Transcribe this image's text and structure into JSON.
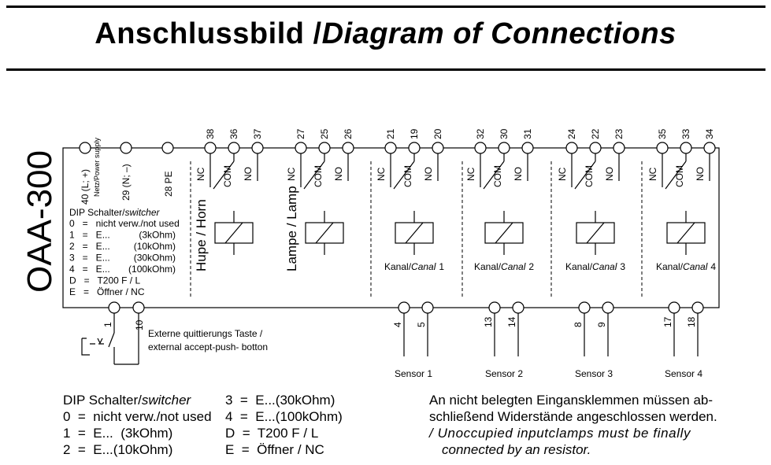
{
  "title": {
    "main": "Anschlussbild /",
    "italic": "Diagram of Connections"
  },
  "device": {
    "model": "OAA-300"
  },
  "terminals": {
    "power_supply": [
      {
        "label": "40 (L; +)"
      },
      {
        "label": "Netz/Power supply"
      },
      {
        "label": "29 (N; –)"
      },
      {
        "label": "28 PE"
      }
    ],
    "relays": [
      {
        "nc": "38",
        "com": "36",
        "no": "37",
        "name": "Hupe / Horn"
      },
      {
        "nc": "27",
        "com": "25",
        "no": "26",
        "name": "Lampe / Lamp"
      },
      {
        "nc": "21",
        "com": "19",
        "no": "20",
        "name": "Kanal/",
        "name_it": "Canal",
        "num": "1"
      },
      {
        "nc": "32",
        "com": "30",
        "no": "31",
        "name": "Kanal/",
        "name_it": "Canal",
        "num": "2"
      },
      {
        "nc": "24",
        "com": "22",
        "no": "23",
        "name": "Kanal/",
        "name_it": "Canal",
        "num": "3"
      },
      {
        "nc": "35",
        "com": "33",
        "no": "34",
        "name": "Kanal/",
        "name_it": "Canal",
        "num": "4"
      }
    ],
    "contact_labels": {
      "nc": "NC",
      "com": "COM",
      "no": "NO"
    },
    "sensors": [
      {
        "a": "4",
        "b": "5",
        "label": "Sensor 1"
      },
      {
        "a": "13",
        "b": "14",
        "label": "Sensor 2"
      },
      {
        "a": "8",
        "b": "9",
        "label": "Sensor 3"
      },
      {
        "a": "17",
        "b": "18",
        "label": "Sensor 4"
      }
    ],
    "accept_button": {
      "a": "1",
      "b": "10",
      "label_de": "Externe quittierungs Taste /",
      "label_en": "external accept-push- botton"
    }
  },
  "dip_box": {
    "title": "DIP Schalter/",
    "title_it": "switcher",
    "rows": [
      "0   =   nicht verw./not used",
      "1   =   E...           (3kOhm)",
      "2   =   E...         (10kOhm)",
      "3   =   E...         (30kOhm)",
      "4   =   E...       (100kOhm)",
      "D   =   T200 F / L",
      "E   =   Öffner / NC"
    ]
  },
  "legend": {
    "title": "DIP Schalter/",
    "title_it": "switcher",
    "col1": [
      "0  =  nicht verw./not used",
      "1  =  E...  (3kOhm)",
      "2  =  E...(10kOhm)"
    ],
    "col2_first": "3  =  E...(30kOhm)",
    "col2": [
      "4  =  E...(100kOhm)",
      "D  =  T200 F / L",
      "E  =  Öffner / NC"
    ]
  },
  "note": {
    "de1": "An nicht belegten Eingansklemmen müssen ab-",
    "de2": "schließend Widerstände angeschlossen werden.",
    "en1": "/ Unoccupied inputclamps must be finally",
    "en2": "connected by an resistor."
  }
}
